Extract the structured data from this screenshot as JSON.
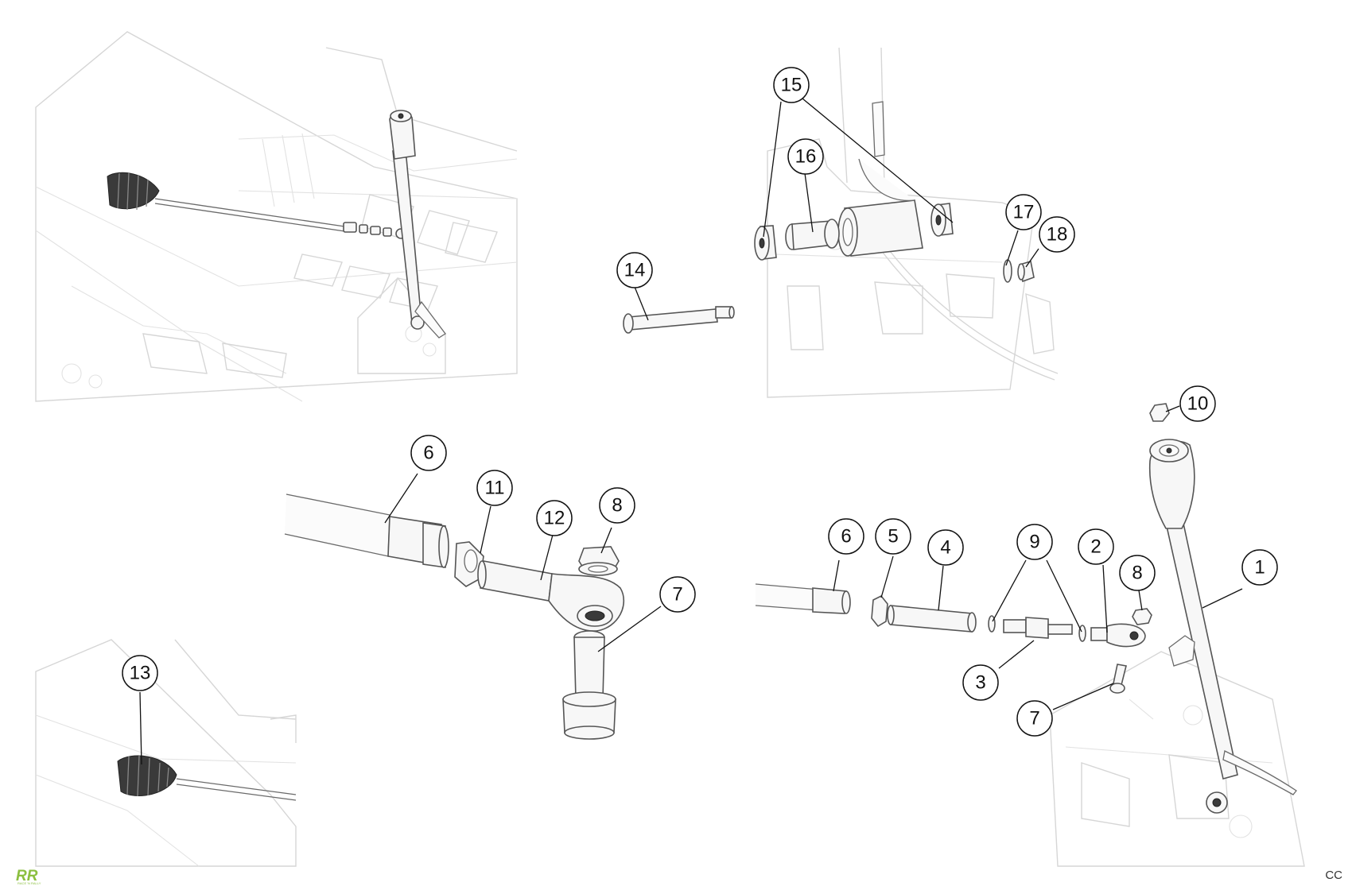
{
  "brand": {
    "logo_mark": "RR",
    "logo_tagline": "RACE 'N RALLY"
  },
  "corner_label": "CC",
  "callouts": {
    "top_assembly": [
      "14",
      "15",
      "16",
      "17",
      "18"
    ],
    "rod_end_detail": [
      "6",
      "11",
      "12",
      "8",
      "7"
    ],
    "lever_assembly": [
      "10",
      "1",
      "6",
      "5",
      "4",
      "9",
      "2",
      "8",
      "3",
      "7"
    ],
    "boot_detail": [
      "13"
    ]
  },
  "colors": {
    "line": "#111111",
    "ghost_geometry": "#d6d6d6",
    "logo": "#8bbf3f"
  }
}
